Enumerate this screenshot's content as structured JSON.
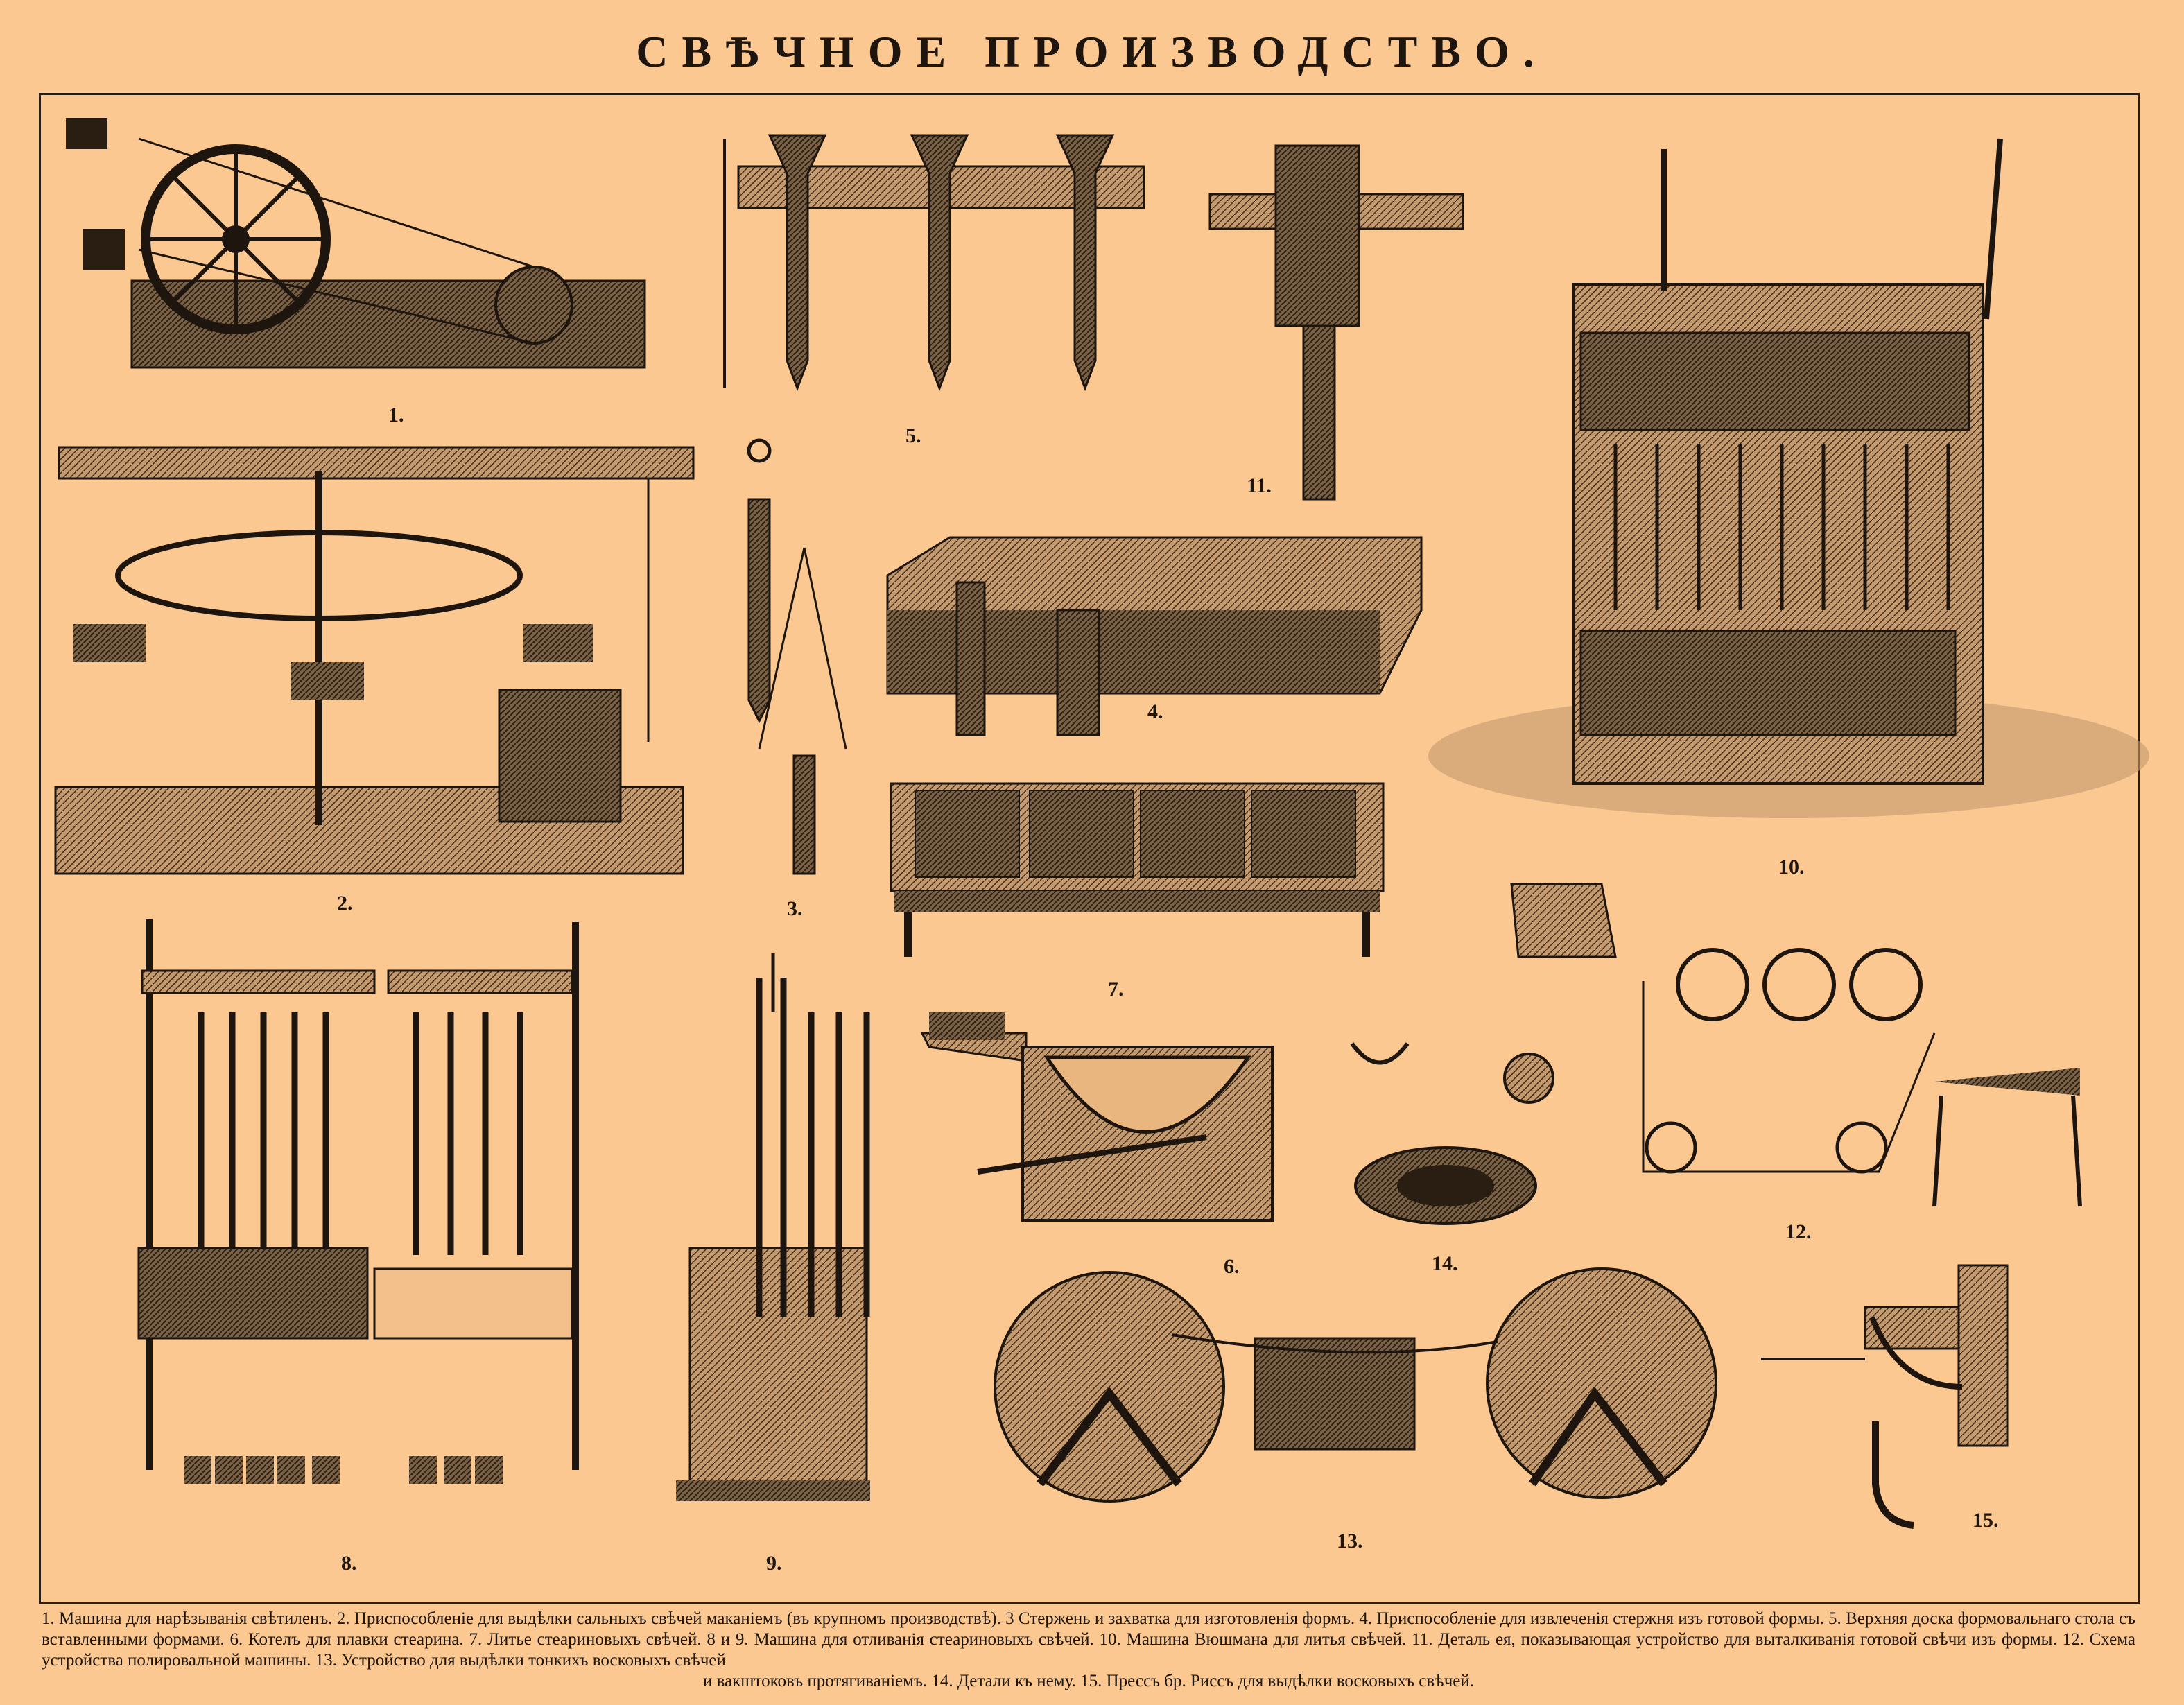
{
  "title": "СВѢЧНОЕ ПРОИЗВОДСТВО.",
  "figure_numbers": {
    "f1": "1.",
    "f2": "2.",
    "f3": "3.",
    "f4": "4.",
    "f5": "5.",
    "f6": "6.",
    "f7": "7.",
    "f8": "8.",
    "f9": "9.",
    "f10": "10.",
    "f11": "11.",
    "f12": "12.",
    "f13": "13.",
    "f14": "14.",
    "f15": "15."
  },
  "caption": {
    "line1": "1. Машина для нарѣзыванія свѣтиленъ. 2. Приспособленіе для выдѣлки сальныхъ свѣчей маканіемъ (въ крупномъ производствѣ). 3 Стержень и захватка для изготовленія формъ. 4. Приспособленіе для извлеченія стержня",
    "line2": "изъ готовой формы. 5. Верхняя доска формовальнаго стола съ вставленными формами. 6. Котелъ для плавки стеарина. 7. Литье стеариновыхъ свѣчей. 8 и 9. Машина для отливанія стеариновыхъ свѣчей. 10. Машина",
    "line3": "Вюшмана для литья свѣчей. 11. Деталь ея, показывающая устройство для выталкиванія готовой свѣчи изъ формы. 12. Схема устройства полировальной машины. 13. Устройство для выдѣлки тонкихъ восковыхъ свѣчей",
    "line4": "и вакштоковъ протягиваніемъ. 14. Детали къ нему. 15. Прессъ бр. Риссъ для выдѣлки восковыхъ свѣчей."
  },
  "colors": {
    "paper": "#fbc892",
    "ink": "#1e160e",
    "shade": "#5a4530"
  }
}
